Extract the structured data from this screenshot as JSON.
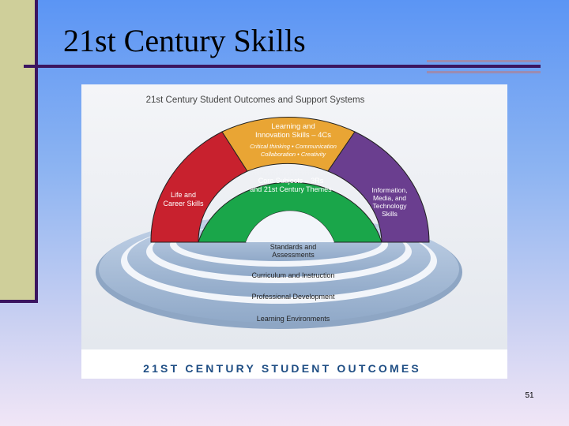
{
  "slide": {
    "title": "21st Century Skills",
    "page_number": "51"
  },
  "diagram": {
    "heading": "21st Century Student Outcomes and Support Systems",
    "top_arc": {
      "label_line1": "Learning and",
      "label_line2": "Innovation Skills – 4Cs",
      "sub_line1": "Critical thinking • Communication",
      "sub_line2": "Collaboration • Creativity",
      "color": "#e9a534"
    },
    "left_arc": {
      "label_line1": "Life and",
      "label_line2": "Career Skills",
      "color": "#c8212e"
    },
    "right_arc": {
      "label_line1": "Information,",
      "label_line2": "Media, and",
      "label_line3": "Technology",
      "label_line4": "Skills",
      "color": "#6a3e8f"
    },
    "core_arc": {
      "label_line1": "Core Subjects – 3Rs",
      "label_line2": "and 21st Century Themes",
      "color": "#1aa64a"
    },
    "rings": [
      {
        "line1": "Standards and",
        "line2": "Assessments"
      },
      {
        "line1": "Curriculum and Instruction"
      },
      {
        "line1": "Professional Development"
      },
      {
        "line1": "Learning Environments"
      }
    ],
    "footer": "21ST CENTURY STUDENT OUTCOMES"
  }
}
